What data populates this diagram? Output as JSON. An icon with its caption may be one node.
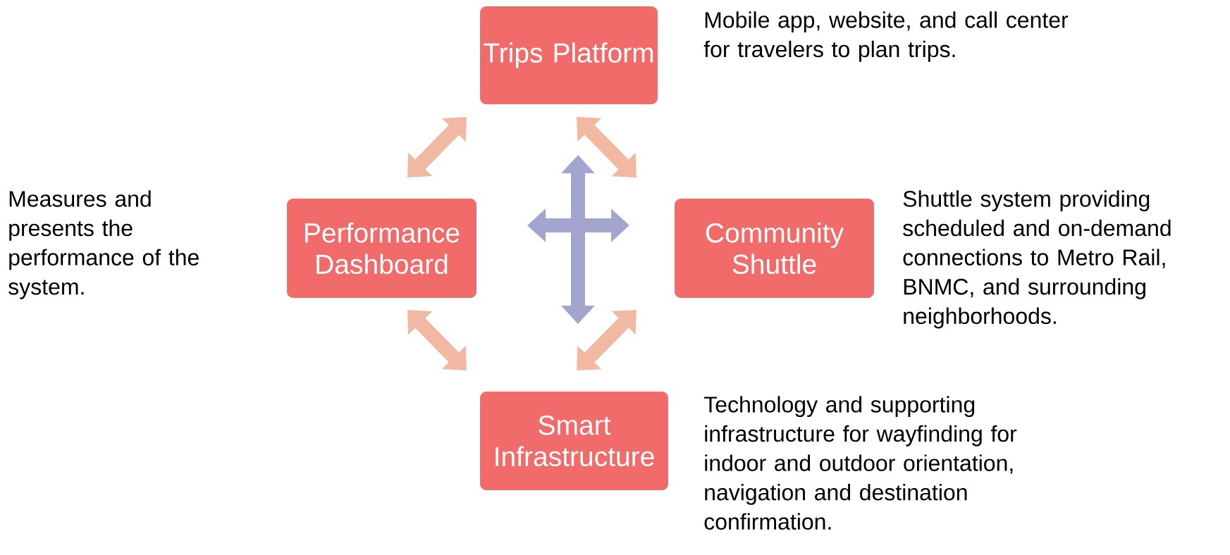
{
  "diagram": {
    "nodes": [
      {
        "text": [
          "Trips Platform"
        ],
        "beside": [
          "Mobile app, website, and call center for travelers to plan trips."
        ]
      },
      {
        "text": [
          "Performance Dashboard"
        ],
        "beside": [
          "Measures and presents the performance of the system."
        ]
      },
      {
        "text": [
          "Community Shuttle"
        ],
        "beside": [
          "Shuttle system providing scheduled and on-demand connections to Metro Rail, BNMC, and surrounding neighborhoods."
        ]
      },
      {
        "text": [
          "Smart Infrastructure"
        ],
        "beside": [
          "Technology and supporting infrastructure for wayfinding for indoor and outdoor orientation, navigation and destination confirmation."
        ]
      }
    ],
    "edges": [
      {
        "from": 0,
        "to": 1,
        "arrow": "both"
      },
      {
        "from": 0,
        "to": 2,
        "arrow": "both"
      },
      {
        "from": 1,
        "to": 3,
        "arrow": "both"
      },
      {
        "from": 2,
        "to": 3,
        "arrow": "both"
      },
      {
        "from": 0,
        "to": 3,
        "arrow": "both",
        "color": "#a3a5cf"
      },
      {
        "from": 1,
        "to": 2,
        "arrow": "both",
        "color": "#a3a5cf"
      }
    ]
  }
}
